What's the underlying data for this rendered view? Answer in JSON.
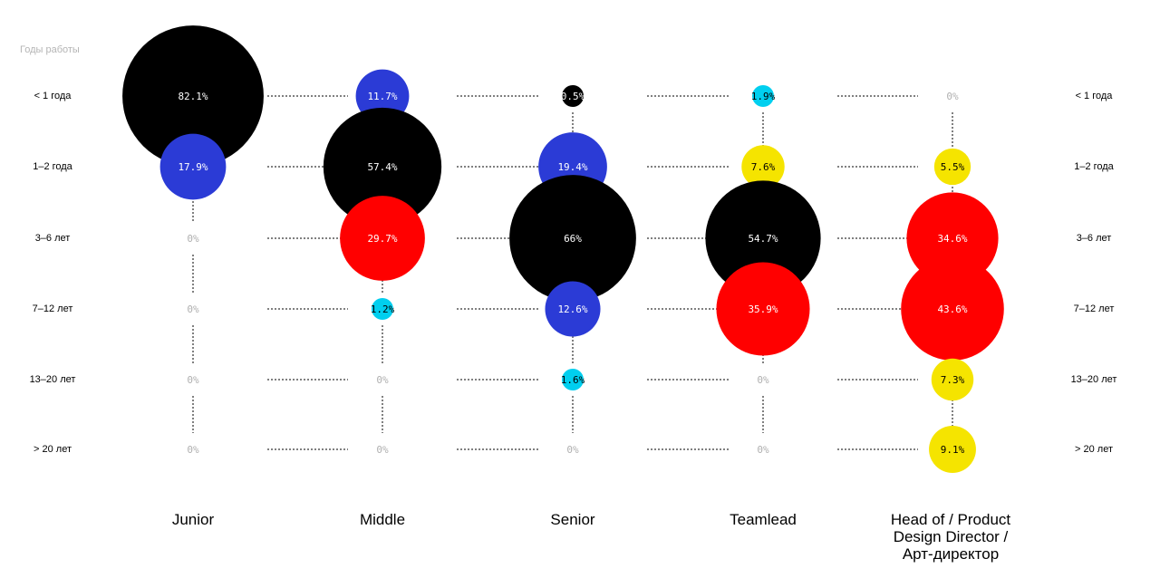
{
  "chart_data": {
    "type": "bubble-matrix",
    "row_axis_title": "Годы работы",
    "rows": [
      "< 1 года",
      "1–2 года",
      "3–6 лет",
      "7–12 лет",
      "13–20 лет",
      "> 20 лет"
    ],
    "columns": [
      {
        "name": "Junior",
        "label_lines": [
          "Junior"
        ],
        "values": [
          "82.1%",
          "17.9%",
          "0%",
          "0%",
          "0%",
          "0%"
        ]
      },
      {
        "name": "Middle",
        "label_lines": [
          "Middle"
        ],
        "values": [
          "11.7%",
          "57.4%",
          "29.7%",
          "1.2%",
          "0%",
          "0%"
        ]
      },
      {
        "name": "Senior",
        "label_lines": [
          "Senior"
        ],
        "values": [
          "0.5%",
          "19.4%",
          "66%",
          "12.6%",
          "1.6%",
          "0%"
        ]
      },
      {
        "name": "Teamlead",
        "label_lines": [
          "Teamlead"
        ],
        "values": [
          "1.9%",
          "7.6%",
          "54.7%",
          "35.9%",
          "0%",
          "0%"
        ]
      },
      {
        "name": "Head of / Product Design Director / Арт-директор",
        "label_lines": [
          "Head of / Product",
          "Design Director /",
          "Арт-директор"
        ],
        "values": [
          "0%",
          "5.5%",
          "34.6%",
          "43.6%",
          "7.3%",
          "9.1%"
        ]
      }
    ],
    "bubble_colors": {
      "Junior": [
        "#000000",
        "#2b3bd6",
        null,
        null,
        null,
        null
      ],
      "Middle": [
        "#2b3bd6",
        "#000000",
        "#ff0000",
        "#00cfef",
        null,
        null
      ],
      "Senior": [
        "#000000",
        "#2b3bd6",
        "#000000",
        "#2b3bd6",
        "#00cfef",
        null
      ],
      "Teamlead": [
        "#00cfef",
        "#f5e400",
        "#000000",
        "#ff0000",
        null,
        null
      ],
      "Head of": [
        null,
        "#f5e400",
        "#ff0000",
        "#ff0000",
        "#f5e400",
        "#f5e400"
      ]
    },
    "colors": {
      "black": "#000000",
      "blue": "#2b3bd6",
      "red": "#ff0000",
      "cyan": "#00cfef",
      "yellow": "#f5e400",
      "zero_text": "#b0b0b0"
    }
  }
}
